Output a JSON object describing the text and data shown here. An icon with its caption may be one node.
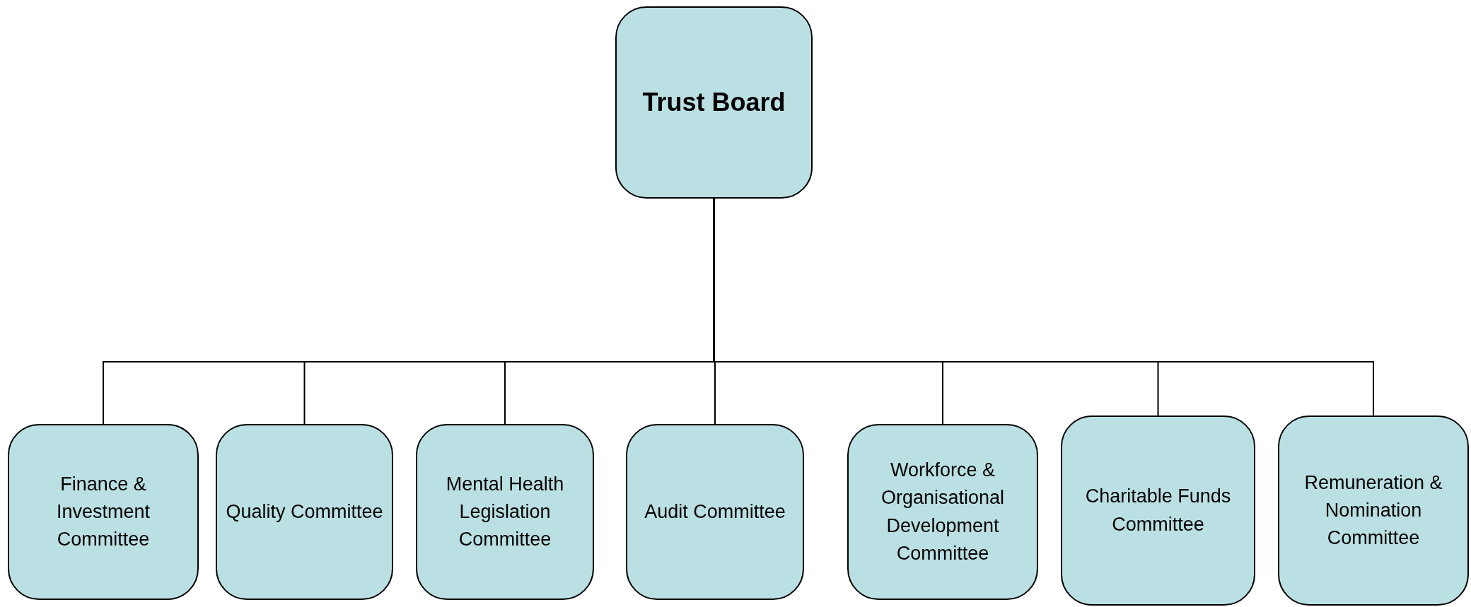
{
  "diagram": {
    "nodes": [
      {
        "text": [
          "Trust Board"
        ]
      },
      {
        "text": [
          "Finance & Investment Committee"
        ]
      },
      {
        "text": [
          "Quality Committee"
        ]
      },
      {
        "text": [
          "Mental Health Legislation Committee"
        ]
      },
      {
        "text": [
          "Audit Committee"
        ]
      },
      {
        "text": [
          "Workforce & Organisational Development Committee"
        ]
      },
      {
        "text": [
          "Charitable Funds Committee"
        ]
      },
      {
        "text": [
          "Remuneration & Nomination Committee"
        ]
      }
    ],
    "edges": [
      {
        "from": 0,
        "to": 1,
        "arrow": "none"
      },
      {
        "from": 0,
        "to": 2,
        "arrow": "none"
      },
      {
        "from": 0,
        "to": 3,
        "arrow": "none"
      },
      {
        "from": 0,
        "to": 4,
        "arrow": "none"
      },
      {
        "from": 0,
        "to": 5,
        "arrow": "none"
      },
      {
        "from": 0,
        "to": 6,
        "arrow": "none"
      },
      {
        "from": 0,
        "to": 7,
        "arrow": "none"
      }
    ]
  }
}
